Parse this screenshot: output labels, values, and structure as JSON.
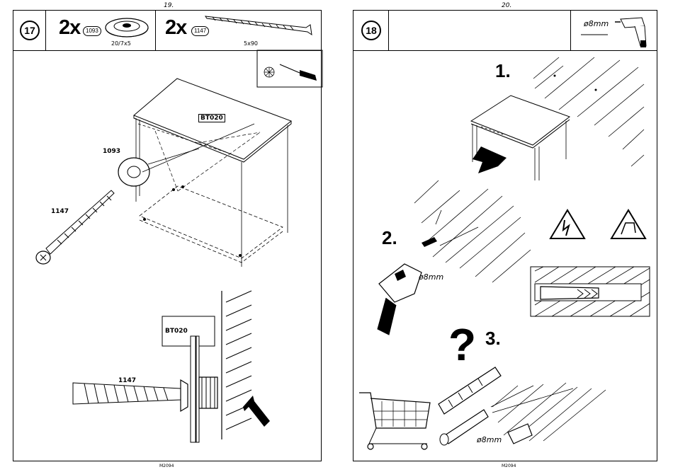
{
  "left_page": {
    "page_number": "19.",
    "step_number": "17",
    "part_a": {
      "qty": "2x",
      "code": "1093",
      "size": "20/7x5"
    },
    "part_b": {
      "qty": "2x",
      "code": "1147",
      "size": "5x90"
    },
    "labels": {
      "panel_code": "BT020",
      "washer_code": "1093",
      "screw_code": "1147",
      "detail_panel_code": "BT020",
      "detail_screw_code": "1147"
    },
    "footer": "M2094"
  },
  "right_page": {
    "page_number": "20.",
    "step_number": "18",
    "drill_size": "ø8mm",
    "steps": {
      "one": "1.",
      "two": "2.",
      "three": "3."
    },
    "drill_label": "ø8mm",
    "plug_label": "ø8mm",
    "question_mark": "?",
    "footer": "M2094"
  }
}
